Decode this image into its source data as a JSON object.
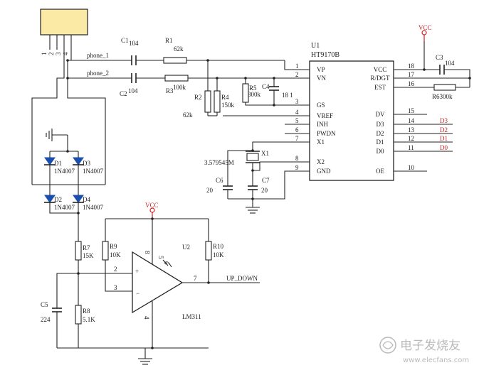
{
  "connector": {
    "pins": [
      "1",
      "2",
      "3",
      "4"
    ]
  },
  "signals": {
    "phone1": "phone_1",
    "phone2": "phone_2",
    "up_down": "UP_DOWN"
  },
  "c1": {
    "ref": "C1",
    "value": "104"
  },
  "c2": {
    "ref": "C2",
    "value": "104"
  },
  "r1": {
    "ref": "R1",
    "value": "62k"
  },
  "r3": {
    "ref": "R3",
    "value": "100k"
  },
  "r2": {
    "ref": "R2",
    "value": "62k"
  },
  "r4": {
    "ref": "R4",
    "value": "150k"
  },
  "r5": {
    "ref": "R5",
    "value": "300k"
  },
  "c4": {
    "ref": "C4",
    "value": "18 1"
  },
  "c3": {
    "ref": "C3",
    "value": "104"
  },
  "r6": {
    "label": "R6300k"
  },
  "x1": {
    "ref": "X1",
    "value": "3.579545M"
  },
  "c6": {
    "ref": "C6",
    "value": "20"
  },
  "c7": {
    "ref": "C7",
    "value": "20"
  },
  "u1": {
    "ref": "U1",
    "part": "HT9170B",
    "left_pins": [
      {
        "num": "1",
        "name": "VP"
      },
      {
        "num": "2",
        "name": "VN"
      },
      {
        "num": "3",
        "name": "GS"
      },
      {
        "num": "4",
        "name": "VREF"
      },
      {
        "num": "5",
        "name": "INH"
      },
      {
        "num": "6",
        "name": "PWDN"
      },
      {
        "num": "7",
        "name": "X1"
      },
      {
        "num": "8",
        "name": "X2"
      },
      {
        "num": "9",
        "name": "GND"
      }
    ],
    "right_pins": [
      {
        "num": "18",
        "name": "VCC"
      },
      {
        "num": "17",
        "name": "R/DGT"
      },
      {
        "num": "16",
        "name": "EST"
      },
      {
        "num": "15",
        "name": "DV"
      },
      {
        "num": "14",
        "name": "D3"
      },
      {
        "num": "13",
        "name": "D2"
      },
      {
        "num": "12",
        "name": "D1"
      },
      {
        "num": "11",
        "name": "D0"
      },
      {
        "num": "10",
        "name": "OE"
      }
    ]
  },
  "data_outputs": [
    "D3",
    "D2",
    "D1",
    "D0"
  ],
  "vcc_label": "VCC",
  "diodes": {
    "d1": {
      "ref": "D1",
      "part": "1N4007"
    },
    "d3": {
      "ref": "D3",
      "part": "1N4007"
    },
    "d2": {
      "ref": "D2",
      "part": "1N4007"
    },
    "d4": {
      "ref": "D4",
      "part": "1N4007"
    }
  },
  "r7": {
    "ref": "R7",
    "value": "15K"
  },
  "r8": {
    "ref": "R8",
    "value": "5.1K"
  },
  "r9": {
    "ref": "R9",
    "value": "10K"
  },
  "r10": {
    "ref": "R10",
    "value": "10K"
  },
  "c5": {
    "ref": "C5",
    "value": "224"
  },
  "u2": {
    "ref": "U2",
    "part": "LM311",
    "pins": {
      "p2": "2",
      "p3": "3",
      "p4": "4",
      "p5": "5",
      "p6": "6",
      "p7": "7",
      "p8": "8"
    },
    "plus": "+",
    "minus": "−"
  },
  "watermark": {
    "text": "电子发烧友",
    "url": "www.elecfans.com"
  },
  "colors": {
    "wire": "#222222",
    "vcc": "#cc2222",
    "connector_fill": "#fbe9a6"
  }
}
